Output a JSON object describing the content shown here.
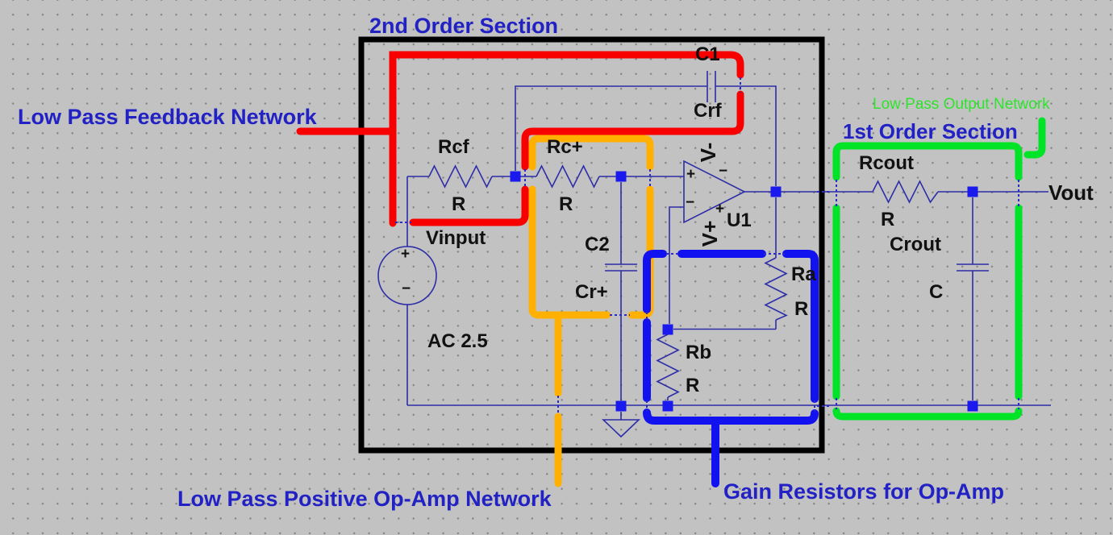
{
  "annotations": {
    "section2": {
      "label": "2nd Order Section"
    },
    "feedback": {
      "label": "Low Pass Feedback Network"
    },
    "positive": {
      "label": "Low Pass Positive Op-Amp Network"
    },
    "gain": {
      "label": "Gain Resistors for Op-Amp"
    },
    "section1": {
      "label": "1st Order Section"
    },
    "output_net": {
      "label": "Low Pass Output Network"
    }
  },
  "components": {
    "c1": {
      "ref": "C1",
      "name": "Crf"
    },
    "rcf": {
      "ref": "Rcf",
      "value": "R"
    },
    "rcplus": {
      "ref": "Rc+",
      "value": "R"
    },
    "c2": {
      "ref": "C2",
      "name": "Cr+"
    },
    "source": {
      "name": "Vinput",
      "value": "AC 2.5",
      "plus": "+",
      "minus": "−"
    },
    "opamp": {
      "ref": "U1",
      "vminus": "V-",
      "vplus": "V+",
      "in_plus": "+",
      "in_minus": "−",
      "pwr_minus": "−",
      "pwr_plus": "+"
    },
    "ra": {
      "ref": "Ra",
      "value": "R"
    },
    "rb": {
      "ref": "Rb",
      "value": "R"
    },
    "rcout": {
      "ref": "Rcout",
      "value": "R"
    },
    "crout": {
      "ref": "Crout",
      "value": "C"
    },
    "vout": {
      "label": "Vout"
    }
  },
  "colors": {
    "background": "#c2c2c2",
    "wire": "#2d2da8",
    "node": "#1a1aee",
    "box_black": "#000000",
    "annotation_red": "#f80000",
    "annotation_orange": "#ffb000",
    "annotation_blue": "#1212f0",
    "annotation_green": "#00e428",
    "title_blue": "#2222c4",
    "title_green": "#2fe42f",
    "label_black": "#111111"
  }
}
